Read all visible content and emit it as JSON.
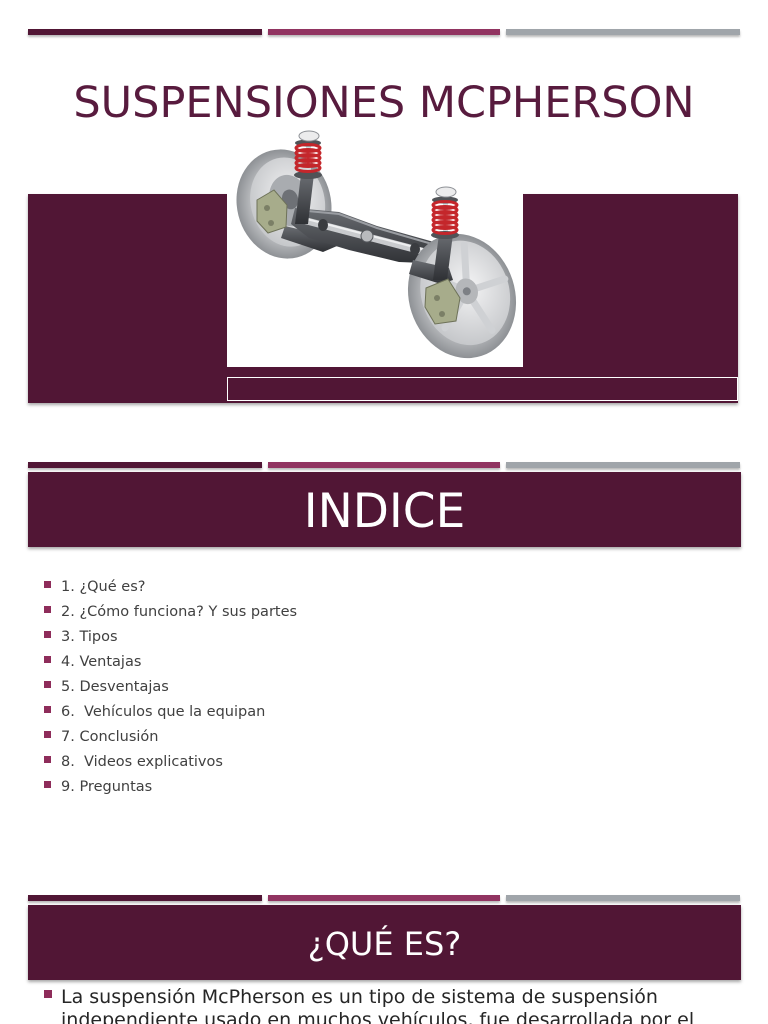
{
  "colors": {
    "maroon": "#511635",
    "accent_pink": "#913461",
    "bar_gray": "#a0a5aa",
    "title_text": "#581b3e",
    "header_text": "#ffffff",
    "list_text": "#404040",
    "bullet": "#8e2c5a",
    "body_text": "#262626"
  },
  "slides": [
    {
      "title": "SUSPENSIONES MCPHERSON"
    },
    {
      "title": "INDICE",
      "items": [
        "1. ¿Qué es?",
        "2. ¿Cómo funciona? Y sus partes",
        "3. Tipos",
        "4. Ventajas",
        "5. Desventajas",
        "6.  Vehículos que la equipan",
        "7. Conclusión",
        "8.  Videos explicativos",
        "9. Preguntas"
      ]
    },
    {
      "title": "¿QUÉ ES?",
      "bullets": [
        "La suspensión McPherson es un tipo de sistema de suspensión independiente usado en muchos vehículos, fue desarrollada por el"
      ]
    }
  ]
}
